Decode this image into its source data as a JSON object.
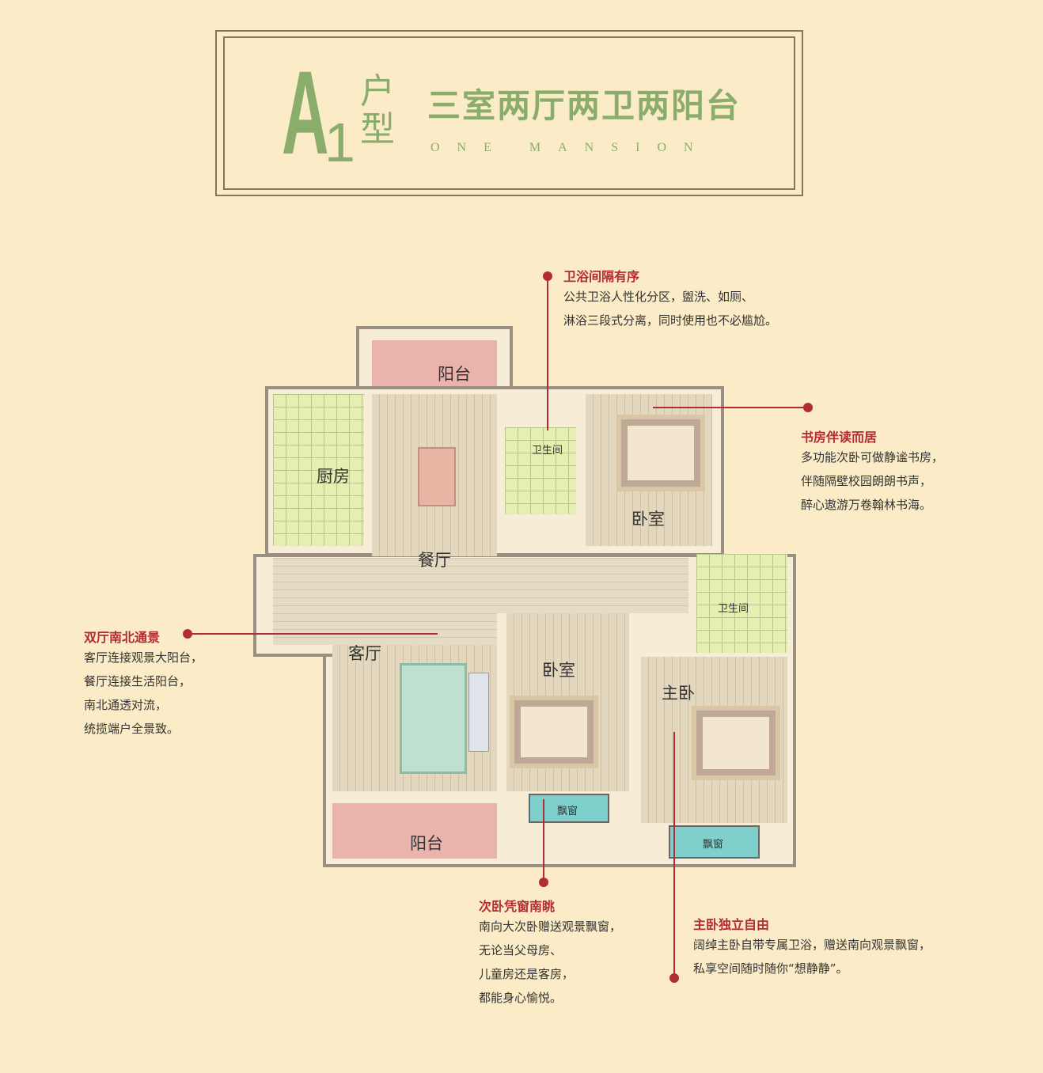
{
  "header": {
    "type_letter": "A",
    "type_number": "1",
    "type_word": "户型",
    "layout": "三室两厅两卫两阳台",
    "brand": "ONE MANSION"
  },
  "rooms": {
    "balcony_top": "阳台",
    "kitchen": "厨房",
    "dining": "餐厅",
    "bath_public": "卫生间",
    "bedroom_study": "卧室",
    "bath_master": "卫生间",
    "living": "客厅",
    "bedroom_second": "卧室",
    "master": "主卧",
    "bay_window_second": "飘窗",
    "bay_window_master": "飘窗",
    "balcony_bottom": "阳台"
  },
  "callouts": {
    "bath": {
      "title": "卫浴间隔有序",
      "lines": [
        "公共卫浴人性化分区，盥洗、如厕、",
        "淋浴三段式分离，同时使用也不必尴尬。"
      ]
    },
    "study": {
      "title": "书房伴读而居",
      "lines": [
        "多功能次卧可做静谧书房，",
        "伴随隔壁校园朗朗书声，",
        "醉心遨游万卷翰林书海。"
      ]
    },
    "halls": {
      "title": "双厅南北通景",
      "lines": [
        "客厅连接观景大阳台，",
        "餐厅连接生活阳台，",
        "南北通透对流，",
        "统揽端户全景致。"
      ]
    },
    "second": {
      "title": "次卧凭窗南眺",
      "lines": [
        "南向大次卧赠送观景飘窗，",
        "无论当父母房、",
        "儿童房还是客房，",
        "都能身心愉悦。"
      ]
    },
    "master": {
      "title": "主卧独立自由",
      "lines": [
        "阔绰主卧自带专属卫浴，赠送南向观景飘窗，",
        "私享空间随时随你“想静静”。"
      ]
    }
  },
  "colors": {
    "accent": "#b22b35",
    "green": "#8aad6c",
    "background": "#fbebc6"
  }
}
